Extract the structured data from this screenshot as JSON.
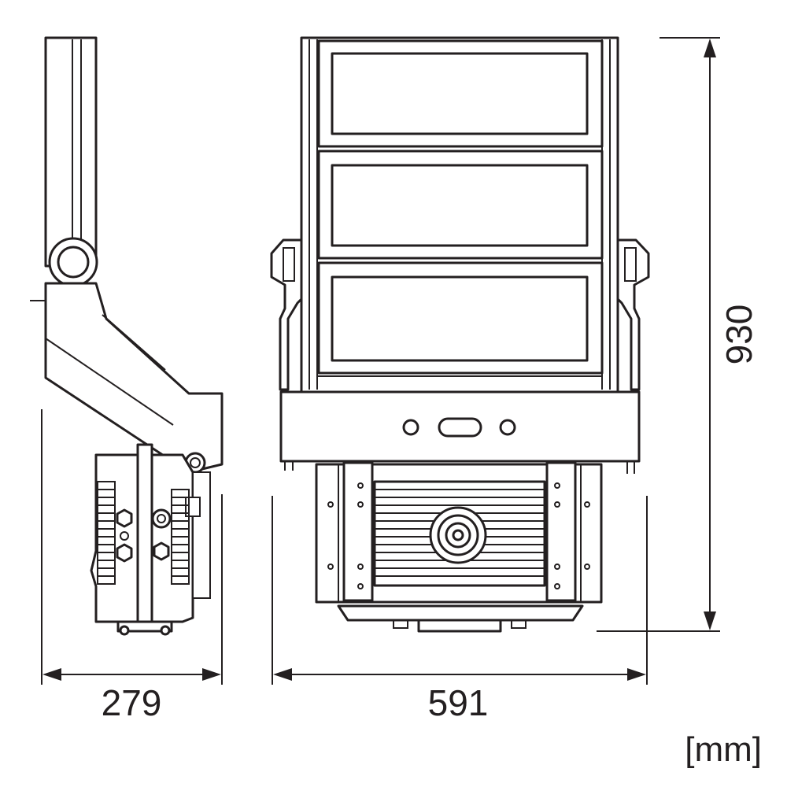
{
  "dimensions": {
    "depth": "279",
    "width": "591",
    "height": "930"
  },
  "unit_label": "[mm]",
  "views": [
    "side-view",
    "front-view"
  ],
  "line_color": "#231f20",
  "background": "#ffffff"
}
